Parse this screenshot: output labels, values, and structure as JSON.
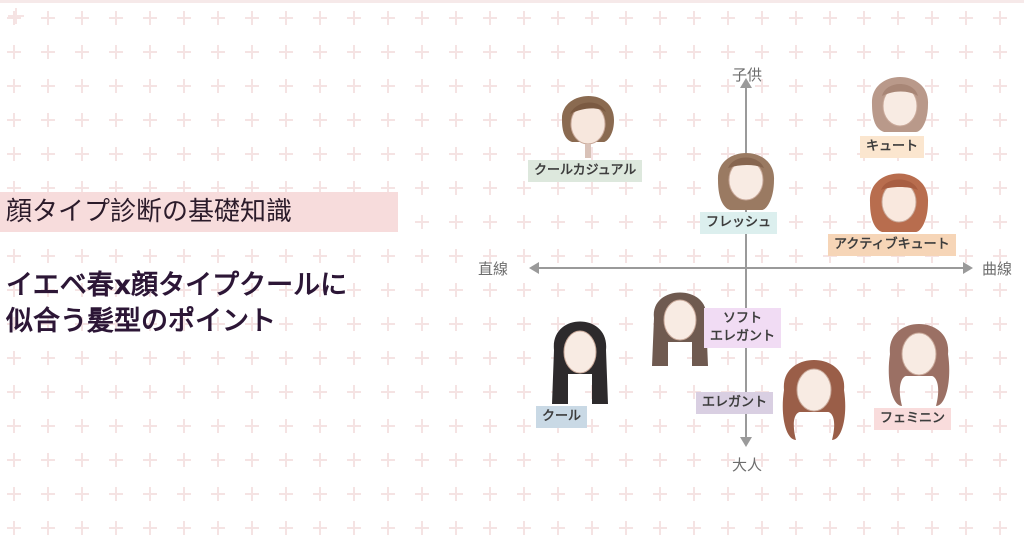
{
  "left": {
    "category_title": "顔タイプ診断の基礎知識",
    "headline_line1": "イエベ春x顔タイプクールに",
    "headline_line2": "似合う髪型のポイント"
  },
  "axes": {
    "top": "子供",
    "bottom": "大人",
    "left": "直線",
    "right": "曲線"
  },
  "types": {
    "cool_casual": "クールカジュアル",
    "fresh": "フレッシュ",
    "cute": "キュート",
    "active_cute": "アクティブキュート",
    "soft_elegant_1": "ソフト",
    "soft_elegant_2": "エレガント",
    "cool": "クール",
    "elegant": "エレガント",
    "feminine": "フェミニン"
  },
  "colors": {
    "cool_casual": "#dde8dd",
    "fresh": "#dcefee",
    "cute": "#fbe6cf",
    "active_cute": "#f6d5b7",
    "soft_elegant": "#f1dcf4",
    "cool": "#c9d9e5",
    "elegant": "#d9cfe2",
    "feminine": "#f9dcdc"
  }
}
